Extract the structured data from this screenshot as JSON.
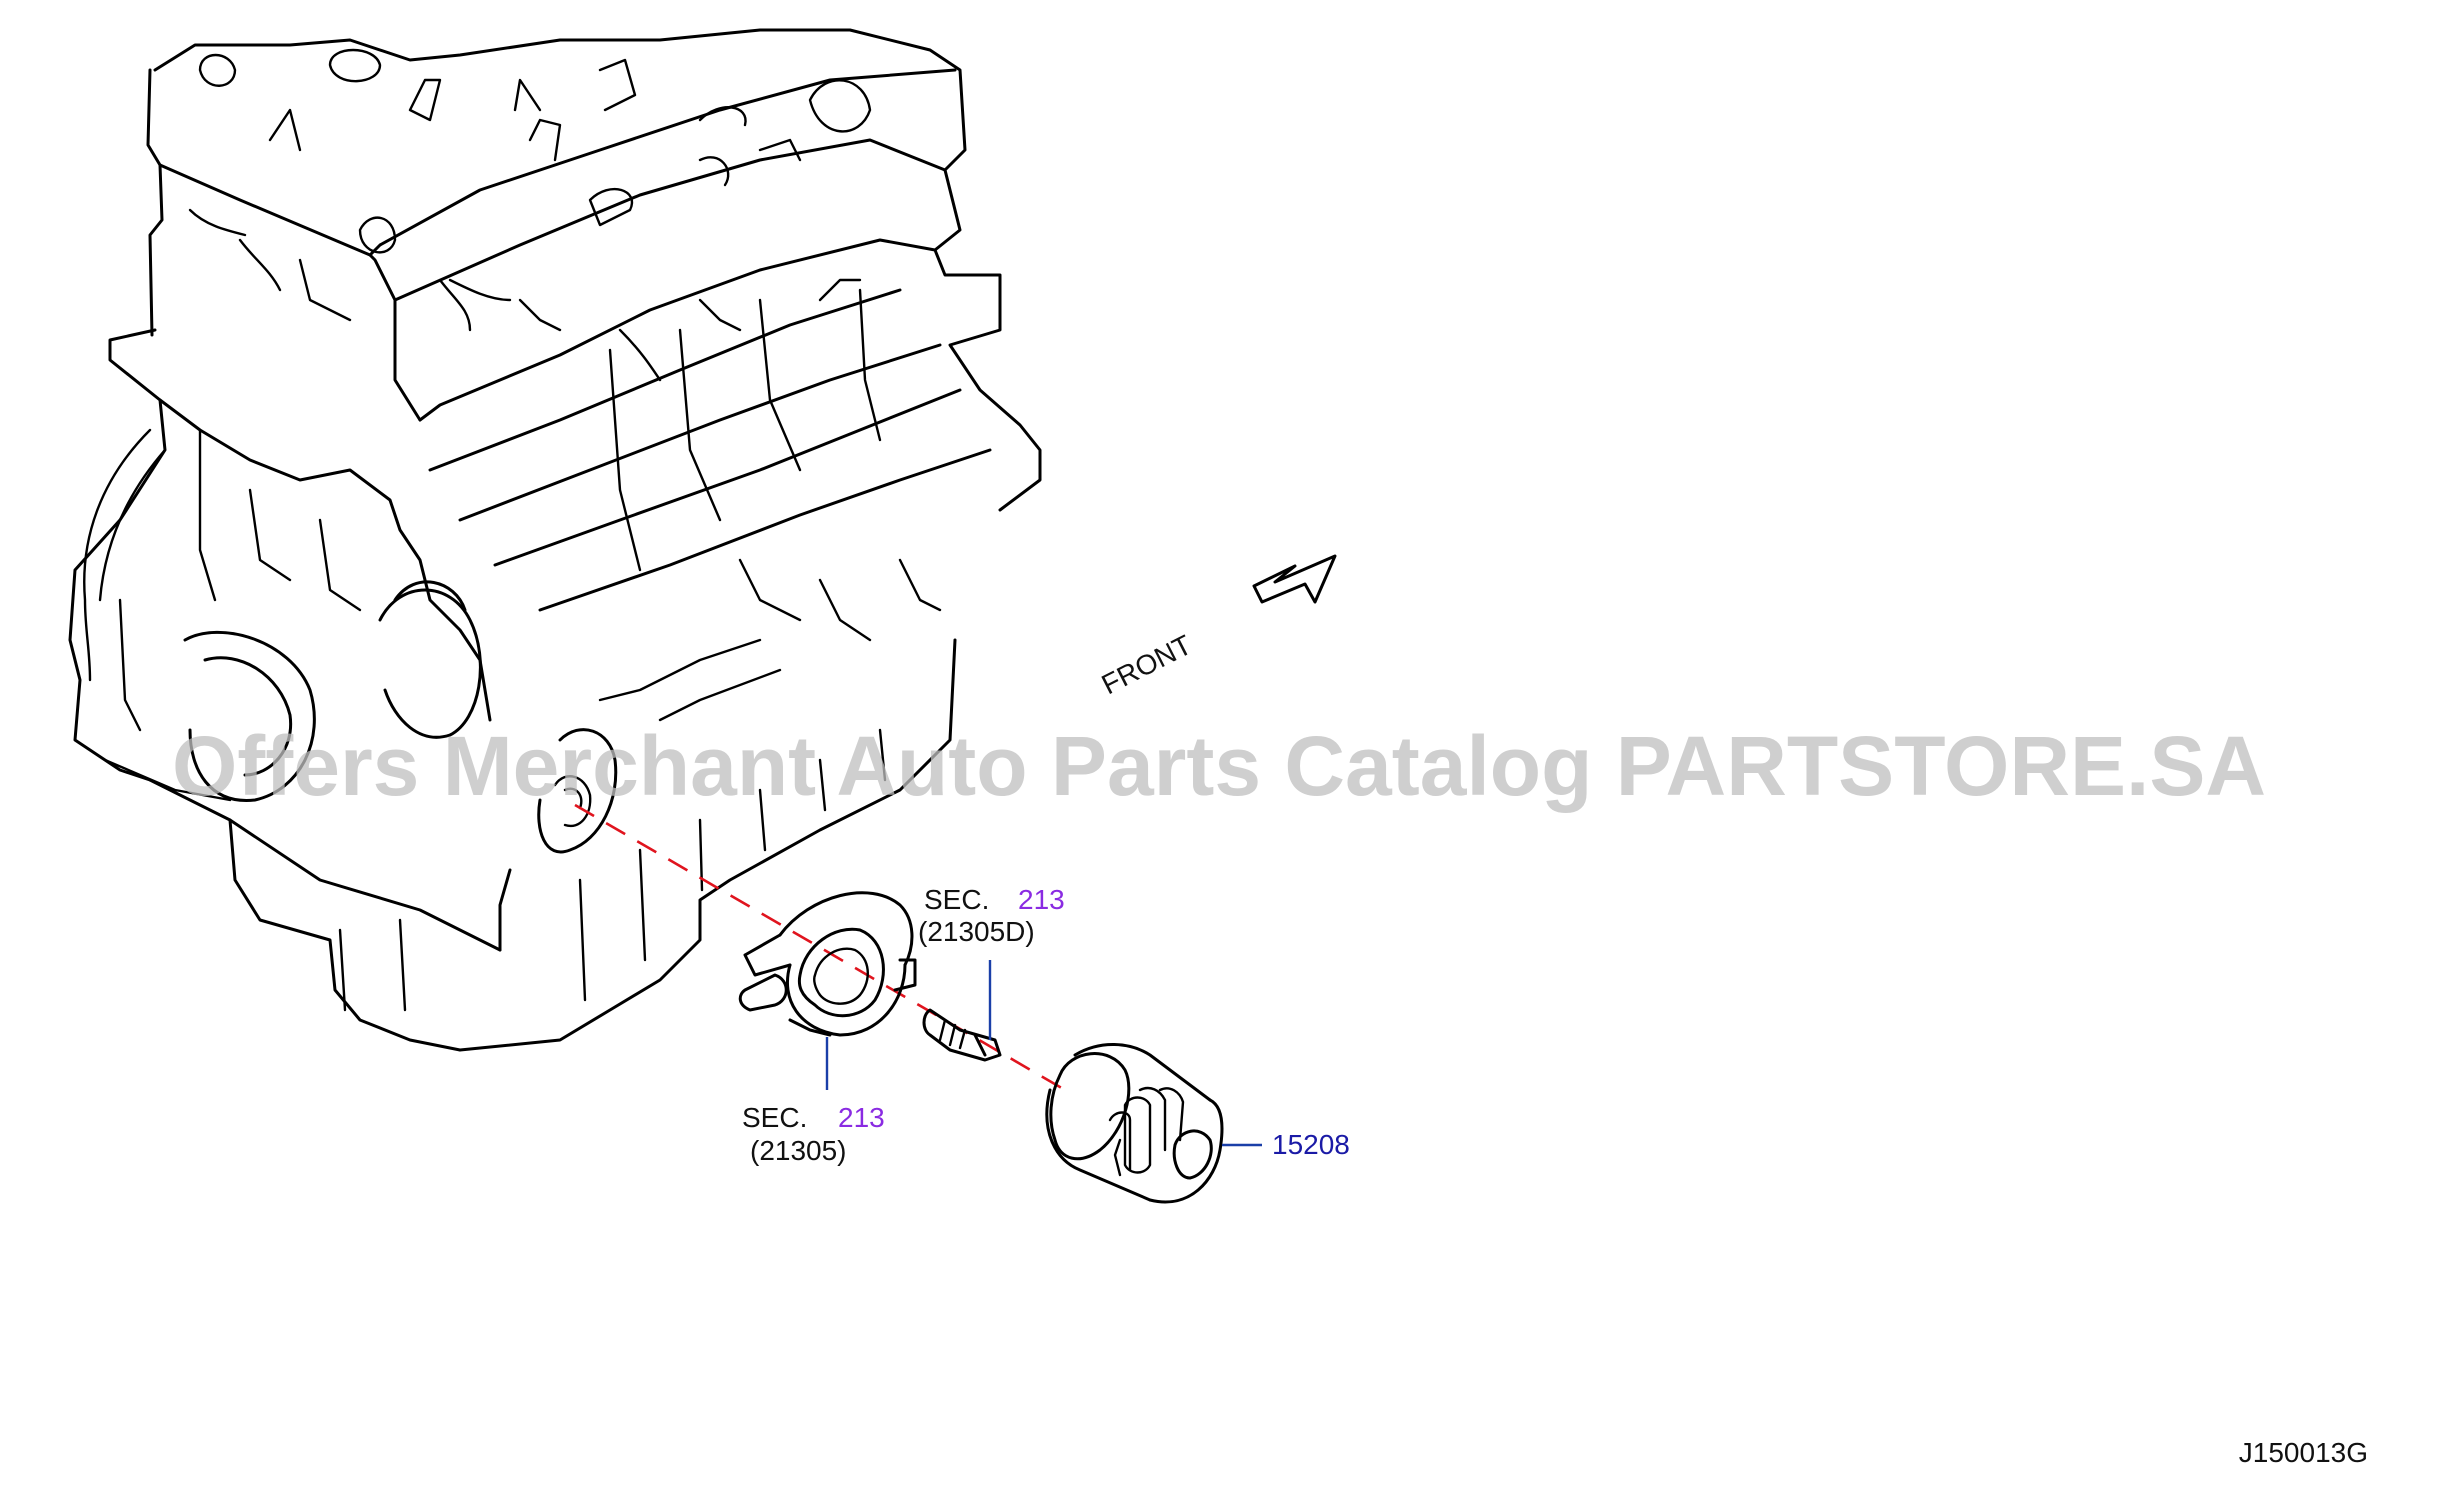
{
  "watermark": "Offers Merchant Auto Parts Catalog PARTSTORE.SA",
  "direction_label": "FRONT",
  "figure_code": "J150013G",
  "callouts": {
    "oil_filter": {
      "part_number": "15208",
      "color": "#1a1aa6"
    },
    "filter_bracket": {
      "sec_prefix": "SEC.",
      "sec_number": "213",
      "ref": "(21305)"
    },
    "connector_bolt": {
      "sec_prefix": "SEC.",
      "sec_number": "213",
      "ref": "(21305D)"
    }
  },
  "colors": {
    "leader": "#1a3fa8",
    "centerline": "#e0141e",
    "section": "#8a2be2"
  }
}
